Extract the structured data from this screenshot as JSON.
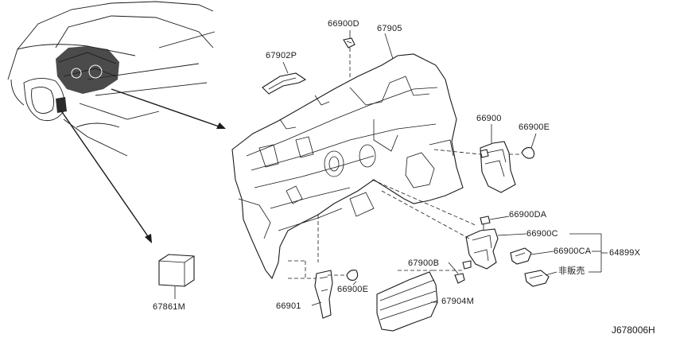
{
  "labels": {
    "p66900D": "66900D",
    "p67905": "67905",
    "p67902P": "67902P",
    "p66900": "66900",
    "p66900E_top": "66900E",
    "p66900DA": "66900DA",
    "p66900C": "66900C",
    "p66900CA": "66900CA",
    "p64899X": "64899X",
    "p_not_for_sale": "非販売",
    "p67900B": "67900B",
    "p66900E_bottom": "66900E",
    "p67904M": "67904M",
    "p66901": "66901",
    "p67861M": "67861M"
  },
  "diagram_ref": "J678006H"
}
